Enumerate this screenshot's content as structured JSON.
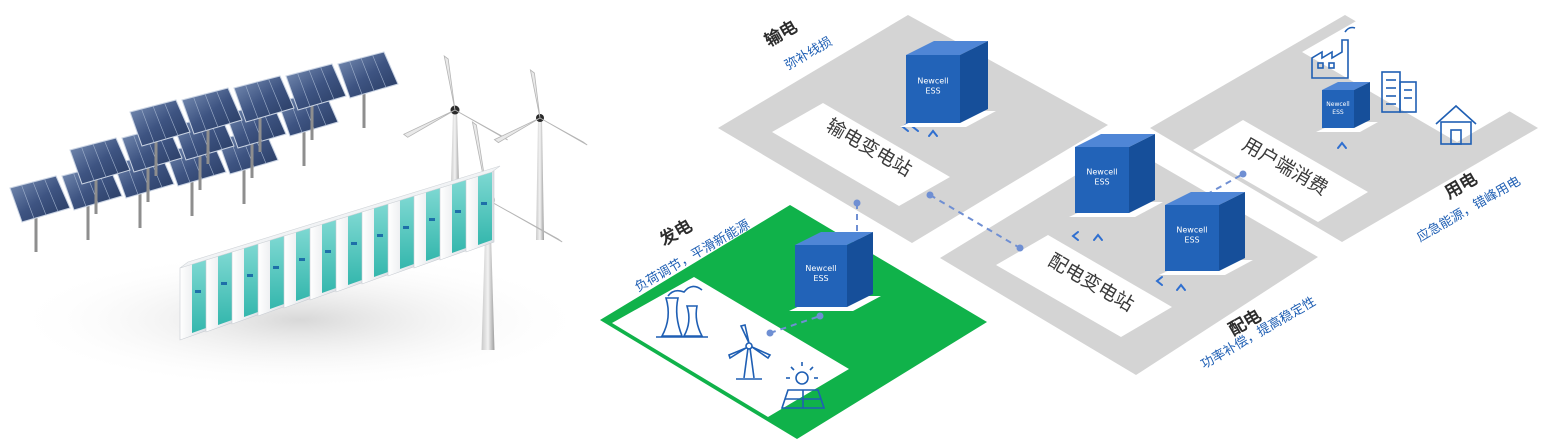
{
  "colors": {
    "platform_gray": "#d4d4d4",
    "generation_green": "#10b24a",
    "accent_blue": "#1f5fb4",
    "ess_blue": "#2263b8",
    "connector_blue": "#6f8fd3",
    "station_card": "#ffffff",
    "label_text": "#2d2d2d",
    "station_text": "#3a3a3a"
  },
  "illustration": {
    "battery_cabinet_count": 12,
    "solar_panel_rows": 3,
    "wind_turbine_count": 3
  },
  "zones": {
    "generation": {
      "title": "发电",
      "subtitle": "负荷调节，平滑新能源"
    },
    "transmission": {
      "title": "输电",
      "subtitle": "弥补线损"
    },
    "distribution": {
      "title": "配电",
      "subtitle": "功率补偿，提高稳定性"
    },
    "consumption": {
      "title": "用电",
      "subtitle": "应急能源，错峰用电"
    }
  },
  "stations": {
    "transmission": "输电变电站",
    "distribution": "配电变电站",
    "consumer": "用户端消费"
  },
  "ess": {
    "line1": "Newcell",
    "line2": "ESS"
  },
  "icons": {
    "generation": [
      "power-plant-icon",
      "wind-turbine-icon",
      "solar-panel-icon"
    ],
    "consumption": [
      "factory-icon",
      "office-building-icon",
      "house-icon"
    ]
  }
}
